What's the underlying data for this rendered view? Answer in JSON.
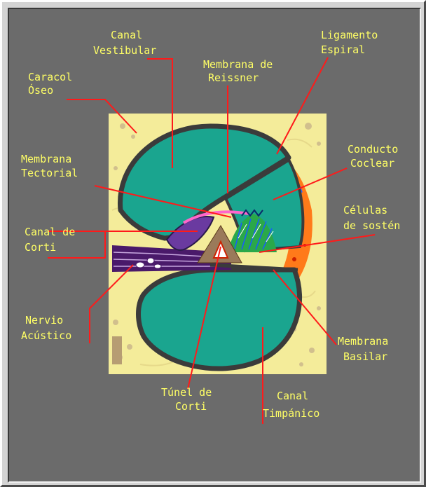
{
  "labels": {
    "caracol_oseo": [
      "Caracol",
      "Óseo"
    ],
    "canal_vestibular": [
      "Canal",
      "Vestibular"
    ],
    "membrana_reissner": [
      "Membrana de",
      "Reissner"
    ],
    "ligamento_espiral": [
      "Ligamento",
      "Espiral"
    ],
    "conducto_coclear": [
      "Conducto",
      "Coclear"
    ],
    "membrana_tectorial": [
      "Membrana",
      "Tectorial"
    ],
    "celulas_sosten": [
      "Células",
      "de sostén"
    ],
    "canal_corti": [
      "Canal de",
      "Corti"
    ],
    "nervio_acustico": [
      "Nervio",
      "Acústico"
    ],
    "membrana_basilar": [
      "Membrana",
      "Basilar"
    ],
    "tunel_corti": [
      "Túnel de",
      "Corti"
    ],
    "canal_timpanico": [
      "Canal",
      "Timpánico"
    ]
  },
  "colors": {
    "panel_background": "#6b6b6b",
    "label_text": "#ffff66",
    "leader_line": "#ff1a1a",
    "bone": "#f4ec9a",
    "fluid_chamber": "#1aa58f",
    "chamber_wall": "#3b3b3b",
    "spiral_ligament": "#ff7a1a",
    "nerve": "#4a1a6a",
    "corti_tunnel": "#9a7a5a"
  }
}
